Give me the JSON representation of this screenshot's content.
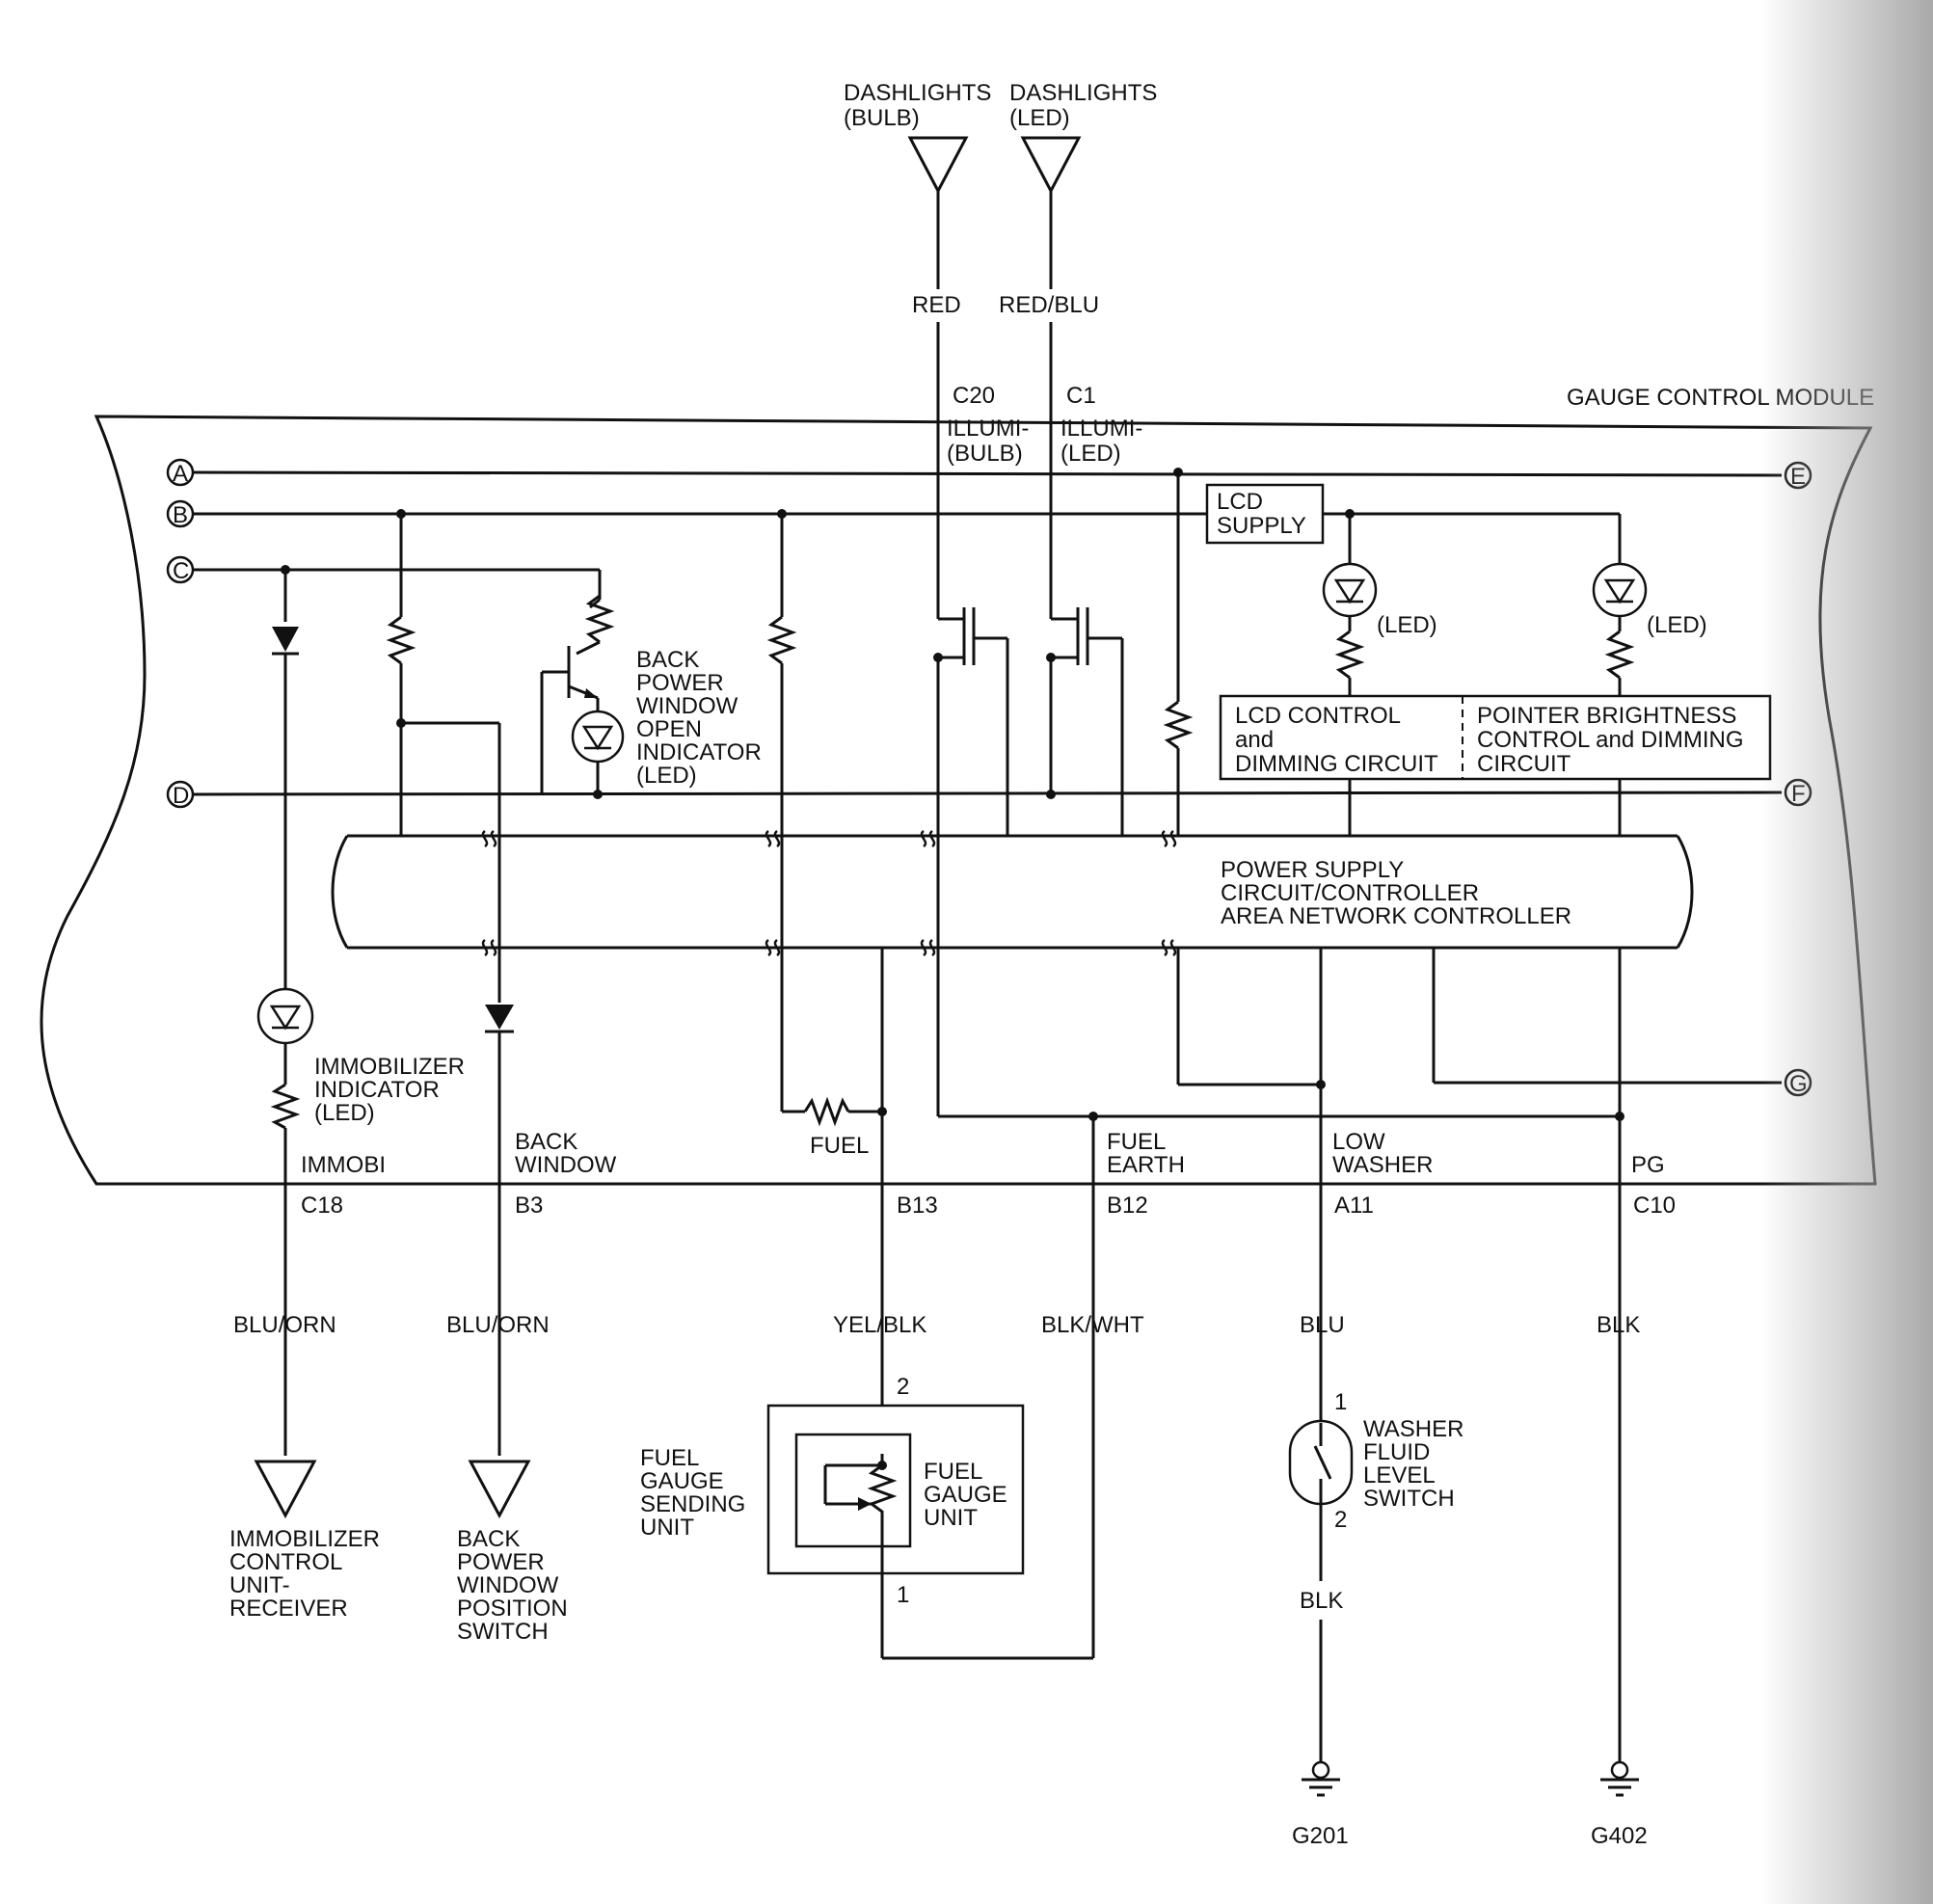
{
  "module": {
    "title": "GAUGE CONTROL MODULE"
  },
  "inputs": {
    "bulb": {
      "line1": "DASHLIGHTS",
      "line2": "(BULB)",
      "wire": "RED",
      "pin": "C20",
      "term1": "ILLUMI-",
      "term2": "(BULB)"
    },
    "led": {
      "line1": "DASHLIGHTS",
      "line2": "(LED)",
      "wire": "RED/BLU",
      "pin": "C1",
      "term1": "ILLUMI-",
      "term2": "(LED)"
    }
  },
  "bus_letters": [
    "A",
    "B",
    "C",
    "D",
    "E",
    "F",
    "G"
  ],
  "internal": {
    "lcd_supply": [
      "LCD",
      "SUPPLY"
    ],
    "led_label": "(LED)",
    "lcd_control": [
      "LCD CONTROL",
      "and",
      "DIMMING CIRCUIT"
    ],
    "pointer_control": [
      "POINTER BRIGHTNESS",
      "CONTROL and DIMMING",
      "CIRCUIT"
    ],
    "power_supply": [
      "POWER SUPPLY",
      "CIRCUIT/CONTROLLER",
      "AREA NETWORK CONTROLLER"
    ],
    "back_window_indicator": [
      "BACK",
      "POWER",
      "WINDOW",
      "OPEN",
      "INDICATOR",
      "(LED)"
    ],
    "immobilizer_indicator": [
      "IMMOBILIZER",
      "INDICATOR",
      "(LED)"
    ],
    "fuel_label": "FUEL"
  },
  "terminals": [
    {
      "name": [
        "IMMOBI"
      ],
      "pin": "C18",
      "wire": "BLU/ORN"
    },
    {
      "name": [
        "BACK",
        "WINDOW"
      ],
      "pin": "B3",
      "wire": "BLU/ORN"
    },
    {
      "name": [],
      "pin": "B13",
      "wire": "YEL/BLK"
    },
    {
      "name": [
        "FUEL",
        "EARTH"
      ],
      "pin": "B12",
      "wire": "BLK/WHT"
    },
    {
      "name": [
        "LOW",
        "WASHER"
      ],
      "pin": "A11",
      "wire": "BLU"
    },
    {
      "name": [
        "PG"
      ],
      "pin": "C10",
      "wire": "BLK"
    }
  ],
  "components": {
    "immobilizer_unit": [
      "IMMOBILIZER",
      "CONTROL",
      "UNIT-",
      "RECEIVER"
    ],
    "back_window_switch": [
      "BACK",
      "POWER",
      "WINDOW",
      "POSITION",
      "SWITCH"
    ],
    "fuel_sending_unit": [
      "FUEL",
      "GAUGE",
      "SENDING",
      "UNIT"
    ],
    "fuel_gauge_unit": [
      "FUEL",
      "GAUGE",
      "UNIT"
    ],
    "fuel_pin_top": "2",
    "fuel_pin_bottom": "1",
    "washer_switch": [
      "WASHER",
      "FLUID",
      "LEVEL",
      "SWITCH"
    ],
    "washer_pin_top": "1",
    "washer_pin_bottom": "2",
    "washer_ground_wire": "BLK",
    "ground1": "G201",
    "ground2": "G402"
  }
}
